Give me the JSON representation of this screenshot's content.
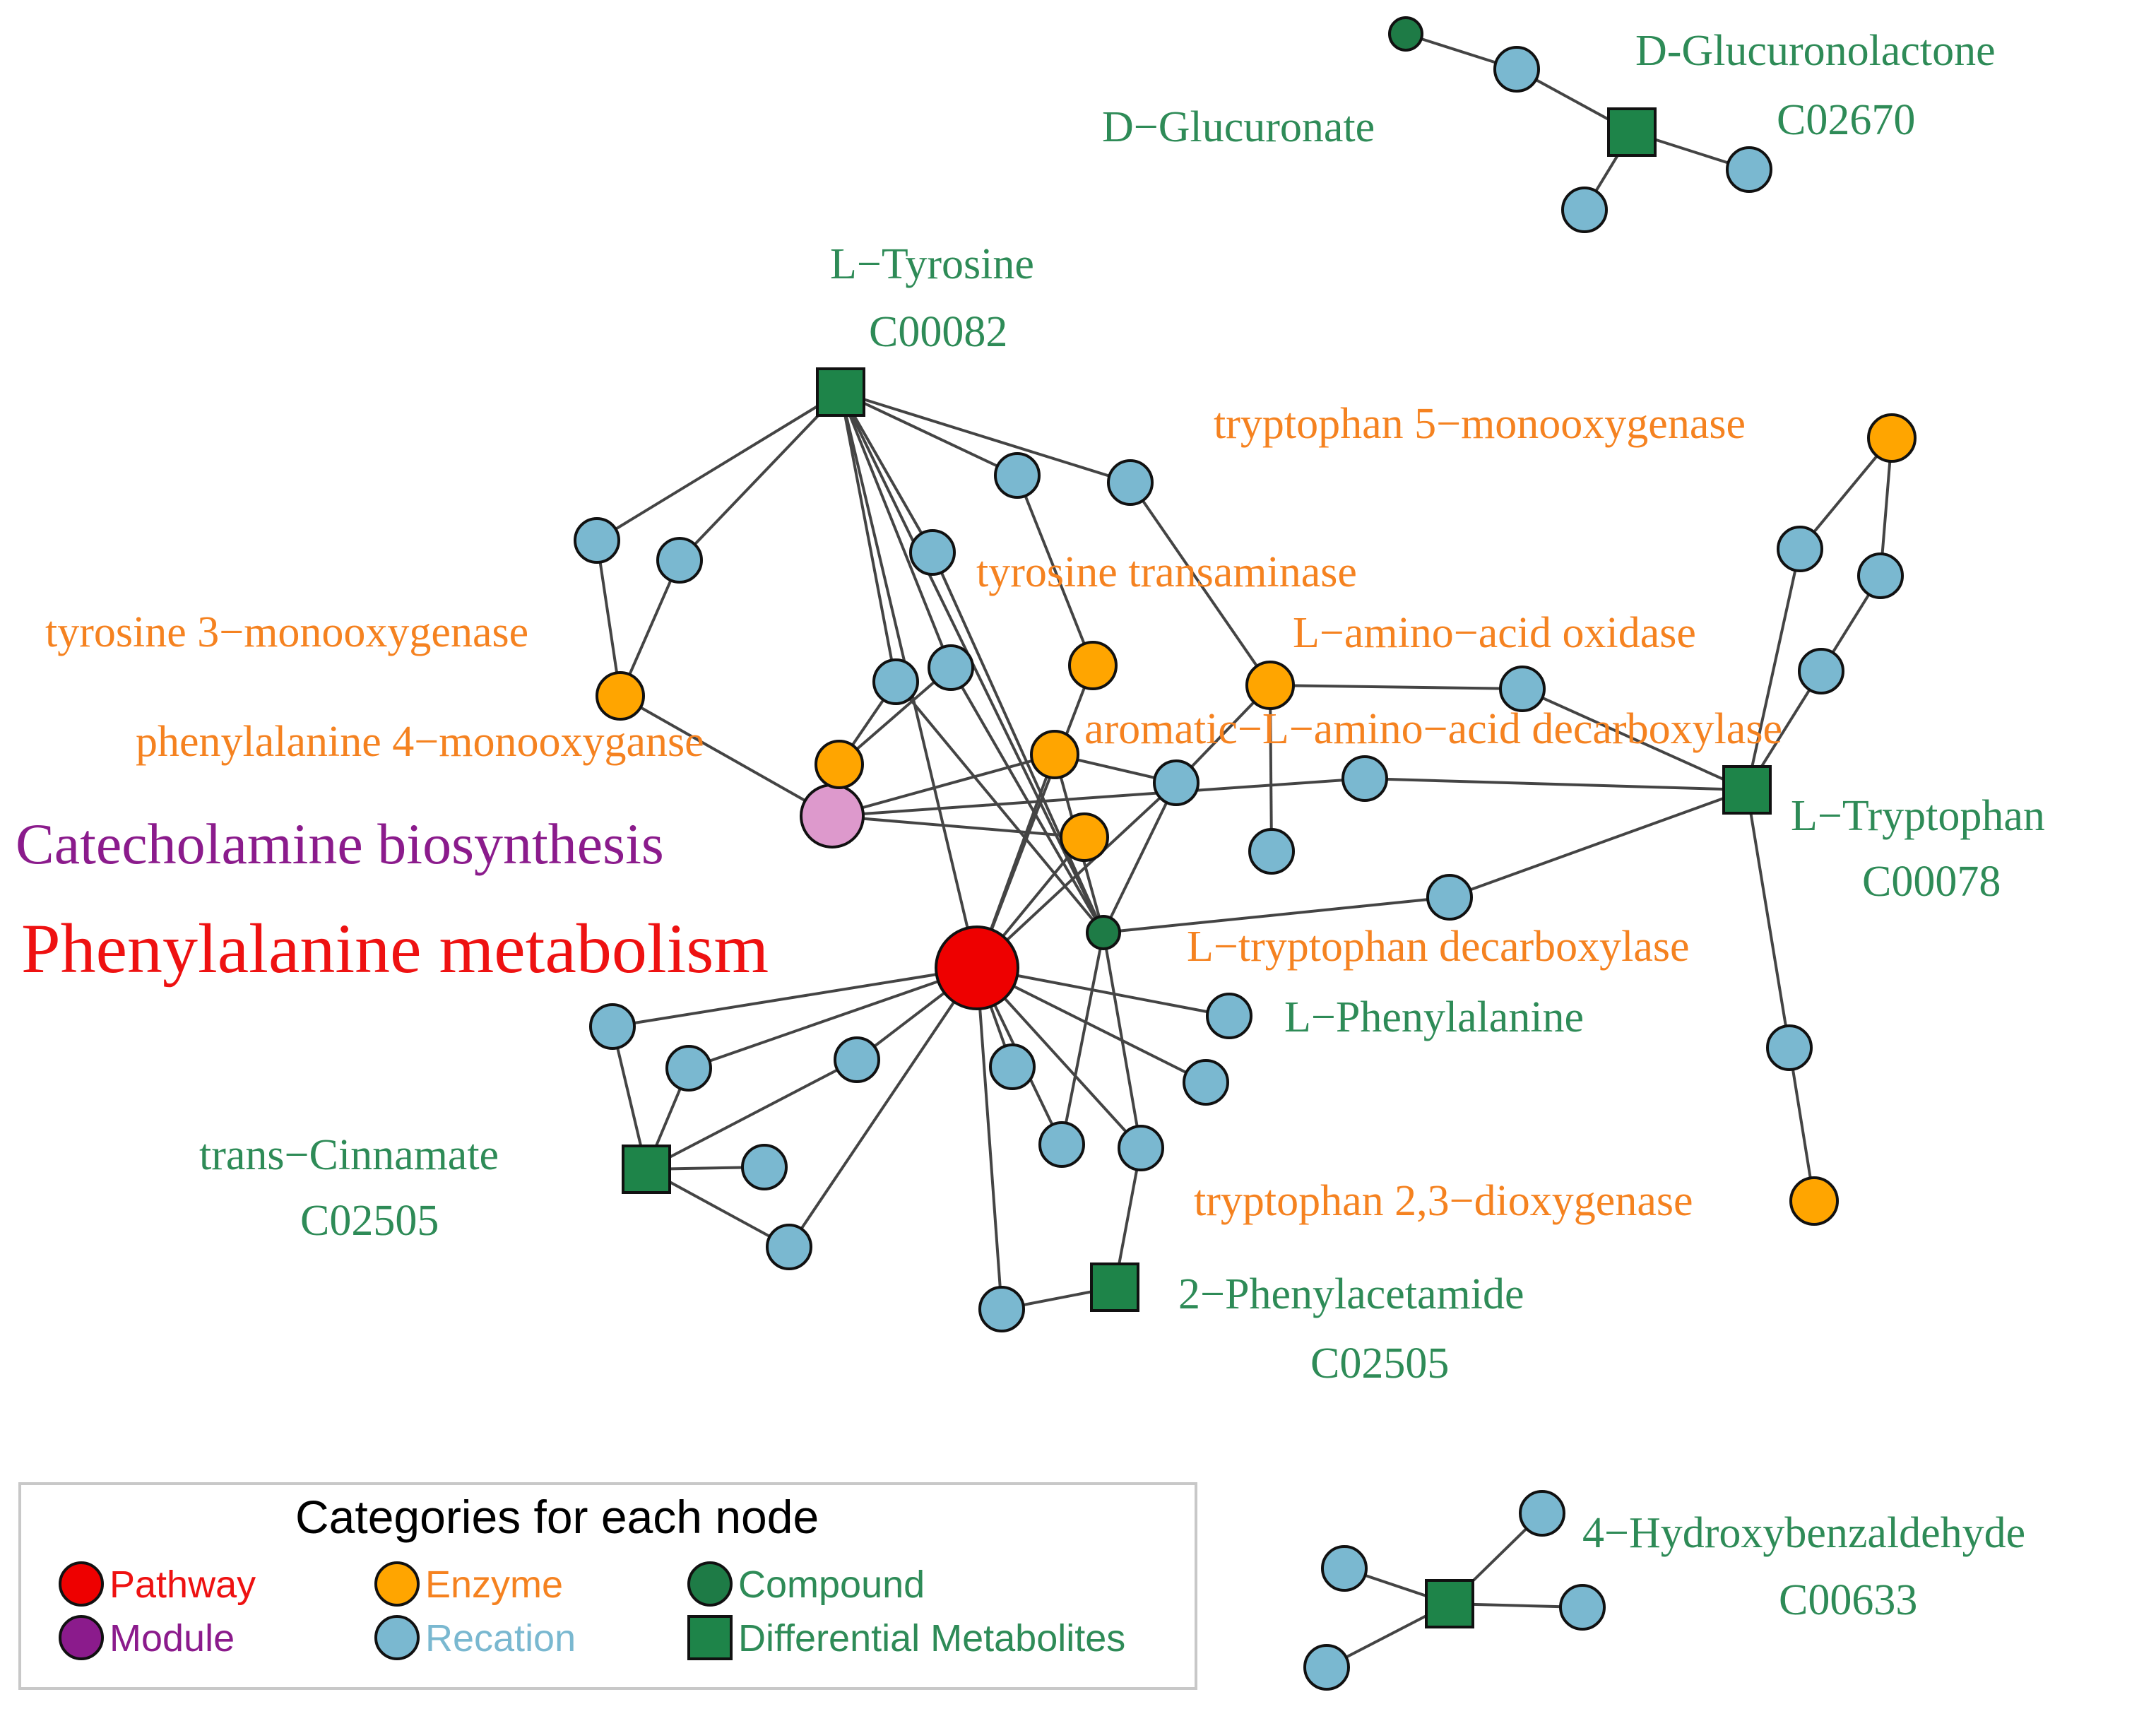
{
  "diagram": {
    "colors": {
      "pathway": "#ee0000",
      "module": "#dd99cc",
      "enzyme": "#ffa500",
      "compound": "#1e7b46",
      "reaction": "#7ab8d0",
      "metabolite": "#1e8449",
      "edge": "#444444"
    },
    "nodes": {
      "pathway": {
        "label": "Phenylalanine metabolism"
      },
      "module": {
        "label": "Catecholamine biosynthesis"
      },
      "tyrosine": {
        "label_name": "L−Tyrosine",
        "label_id": "C00082"
      },
      "tryptophan": {
        "label_name": "L−Tryptophan",
        "label_id": "C00078"
      },
      "cinnamate": {
        "label_name": "trans−Cinnamate",
        "label_id": "C02505"
      },
      "phenylacetamide": {
        "label_name": "2−Phenylacetamide",
        "label_id": "C02505"
      },
      "glucuronolactone": {
        "label_name": "D-Glucuronolactone",
        "label_id": "C02670"
      },
      "hydroxybenzaldehyde": {
        "label_name": "4−Hydroxybenzaldehyde",
        "label_id": "C00633"
      },
      "glucuronate": {
        "label": "D−Glucuronate"
      },
      "phenylalanine": {
        "label": "L−Phenylalanine"
      },
      "enz_trp5": {
        "label": "tryptophan 5−monooxygenase"
      },
      "enz_tyrtrans": {
        "label": "tyrosine transaminase"
      },
      "enz_tyr3": {
        "label": "tyrosine 3−monooxygenase"
      },
      "enz_laao": {
        "label": "L−amino−acid oxidase"
      },
      "enz_phe4": {
        "label": "phenylalanine 4−monooxyganse"
      },
      "enz_aadc": {
        "label": "aromatic−L−amino−acid decarboxylase"
      },
      "enz_trpdc": {
        "label": "L−tryptophan decarboxylase"
      },
      "enz_trp23": {
        "label": "tryptophan 2,3−dioxygenase"
      }
    }
  },
  "legend": {
    "title": "Categories for each node",
    "items": [
      {
        "shape": "circle",
        "fill": "#ee0000",
        "text": "Pathway",
        "text_color": "#ee1111"
      },
      {
        "shape": "circle",
        "fill": "#ffa500",
        "text": "Enzyme",
        "text_color": "#f58220"
      },
      {
        "shape": "circle",
        "fill": "#1e7b46",
        "text": "Compound",
        "text_color": "#2e8b57"
      },
      {
        "shape": "circle",
        "fill": "#8b1b8c",
        "text": "Module",
        "text_color": "#8b1b8c"
      },
      {
        "shape": "circle",
        "fill": "#7ab8d0",
        "text": "Recation",
        "text_color": "#7ab8d0"
      },
      {
        "shape": "square",
        "fill": "#1e8449",
        "text": "Differential Metabolites",
        "text_color": "#2e8b57"
      }
    ]
  }
}
